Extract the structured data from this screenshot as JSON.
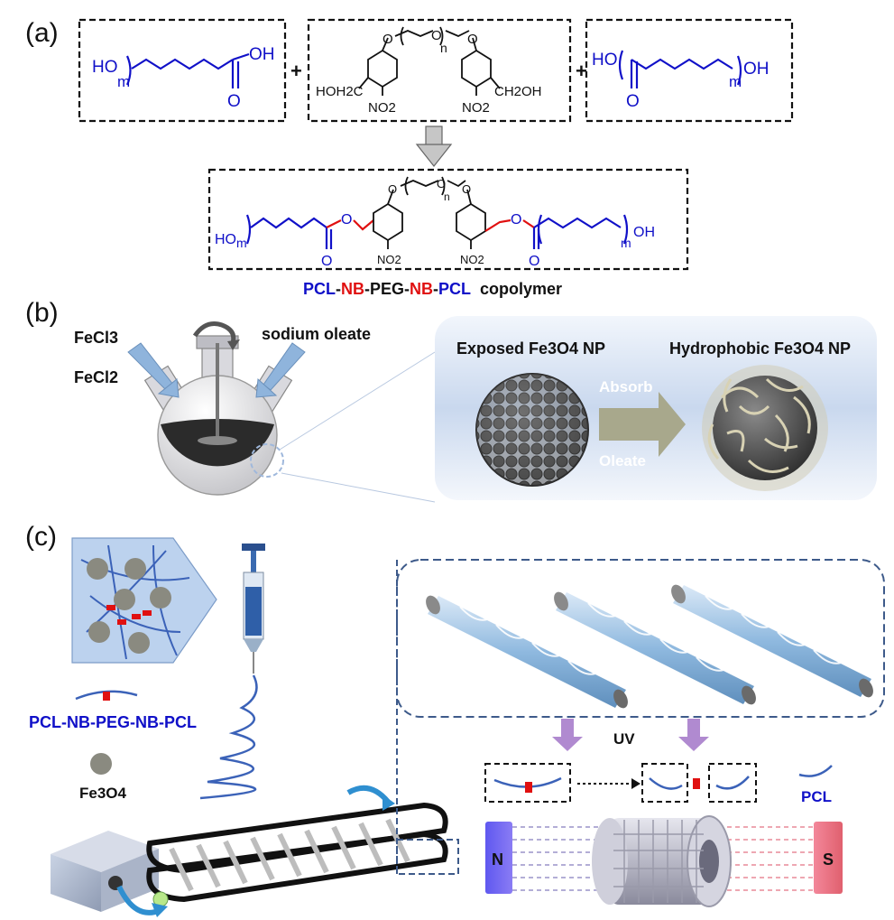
{
  "panels": {
    "a": "(a)",
    "b": "(b)",
    "c": "(c)"
  },
  "reaction": {
    "reactant_left": {
      "ho": "HO",
      "m": "m",
      "oh": "OH",
      "o": "O"
    },
    "plus": "+",
    "nb_peg": {
      "o": "O",
      "n": "n",
      "hoh2c": "HOH2C",
      "ch2oh": "CH2OH",
      "no2": "NO2"
    },
    "reactant_right": {
      "ho": "HO",
      "m": "m",
      "oh": "OH",
      "o": "O"
    },
    "product": {
      "ho": "HO",
      "m": "m",
      "oh": "OH",
      "o": "O",
      "n": "n",
      "no2": "NO2"
    },
    "caption": {
      "pcl": "PCL",
      "dash": "-",
      "nb": "NB",
      "peg": "PEG",
      "copolymer": "copolymer"
    }
  },
  "panel_b": {
    "fecl3": "FeCl3",
    "fecl2": "FeCl2",
    "sodium_oleate": "sodium oleate",
    "exposed": "Exposed Fe3O4 NP",
    "hydrophobic": "Hydrophobic  Fe3O4 NP",
    "absorb": "Absorb",
    "oleate": "Oleate"
  },
  "panel_c": {
    "legend_copolymer": "PCL-NB-PEG-NB-PCL",
    "fe3o4": "Fe3O4",
    "uv": "UV",
    "pcl": "PCL",
    "north": "N",
    "south": "S"
  },
  "colors": {
    "pcl_blue": "#1010c8",
    "nb_red": "#e01010",
    "magnet_n": "#6a5cf0",
    "magnet_s": "#f07080"
  }
}
